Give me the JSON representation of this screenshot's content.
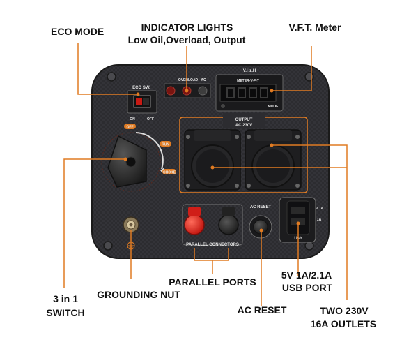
{
  "callouts": {
    "eco_mode": "ECO MODE",
    "indicator_title": "INDICATOR LIGHTS",
    "indicator_sub": "Low Oil,Overload, Output",
    "vft_meter": "V.F.T. Meter",
    "switch_line1": "3 in 1",
    "switch_line2": "SWITCH",
    "grounding_nut": "GROUNDING NUT",
    "parallel_ports": "PARALLEL PORTS",
    "ac_reset": "AC RESET",
    "usb_line1": "5V 1A/2.1A",
    "usb_line2": "USB PORT",
    "outlets_line1": "TWO 230V",
    "outlets_line2": "16A OUTLETS"
  },
  "panel": {
    "eco_sw": "ECO SW.",
    "on": "ON",
    "off": "OFF",
    "overload": "OVERLOAD",
    "ac": "AC",
    "vhz": "V.Hz.H",
    "meter_label": "METER-V-F-T",
    "mode": "MODE",
    "output_line1": "OUTPUT",
    "output_line2": "AC 230V",
    "dial_off": "OFF",
    "dial_run": "RUN",
    "dial_choke": "CHOKE",
    "parallel_connectors": "PARALLEL CONNECTORS",
    "ac_reset": "AC RESET",
    "usb_21a": "2.1A",
    "usb_1a": "1A",
    "usb": "Usb"
  },
  "colors": {
    "accent_orange": "#e07b22",
    "panel_dark": "#2b2b2e",
    "parallel_red": "#e8231d"
  }
}
